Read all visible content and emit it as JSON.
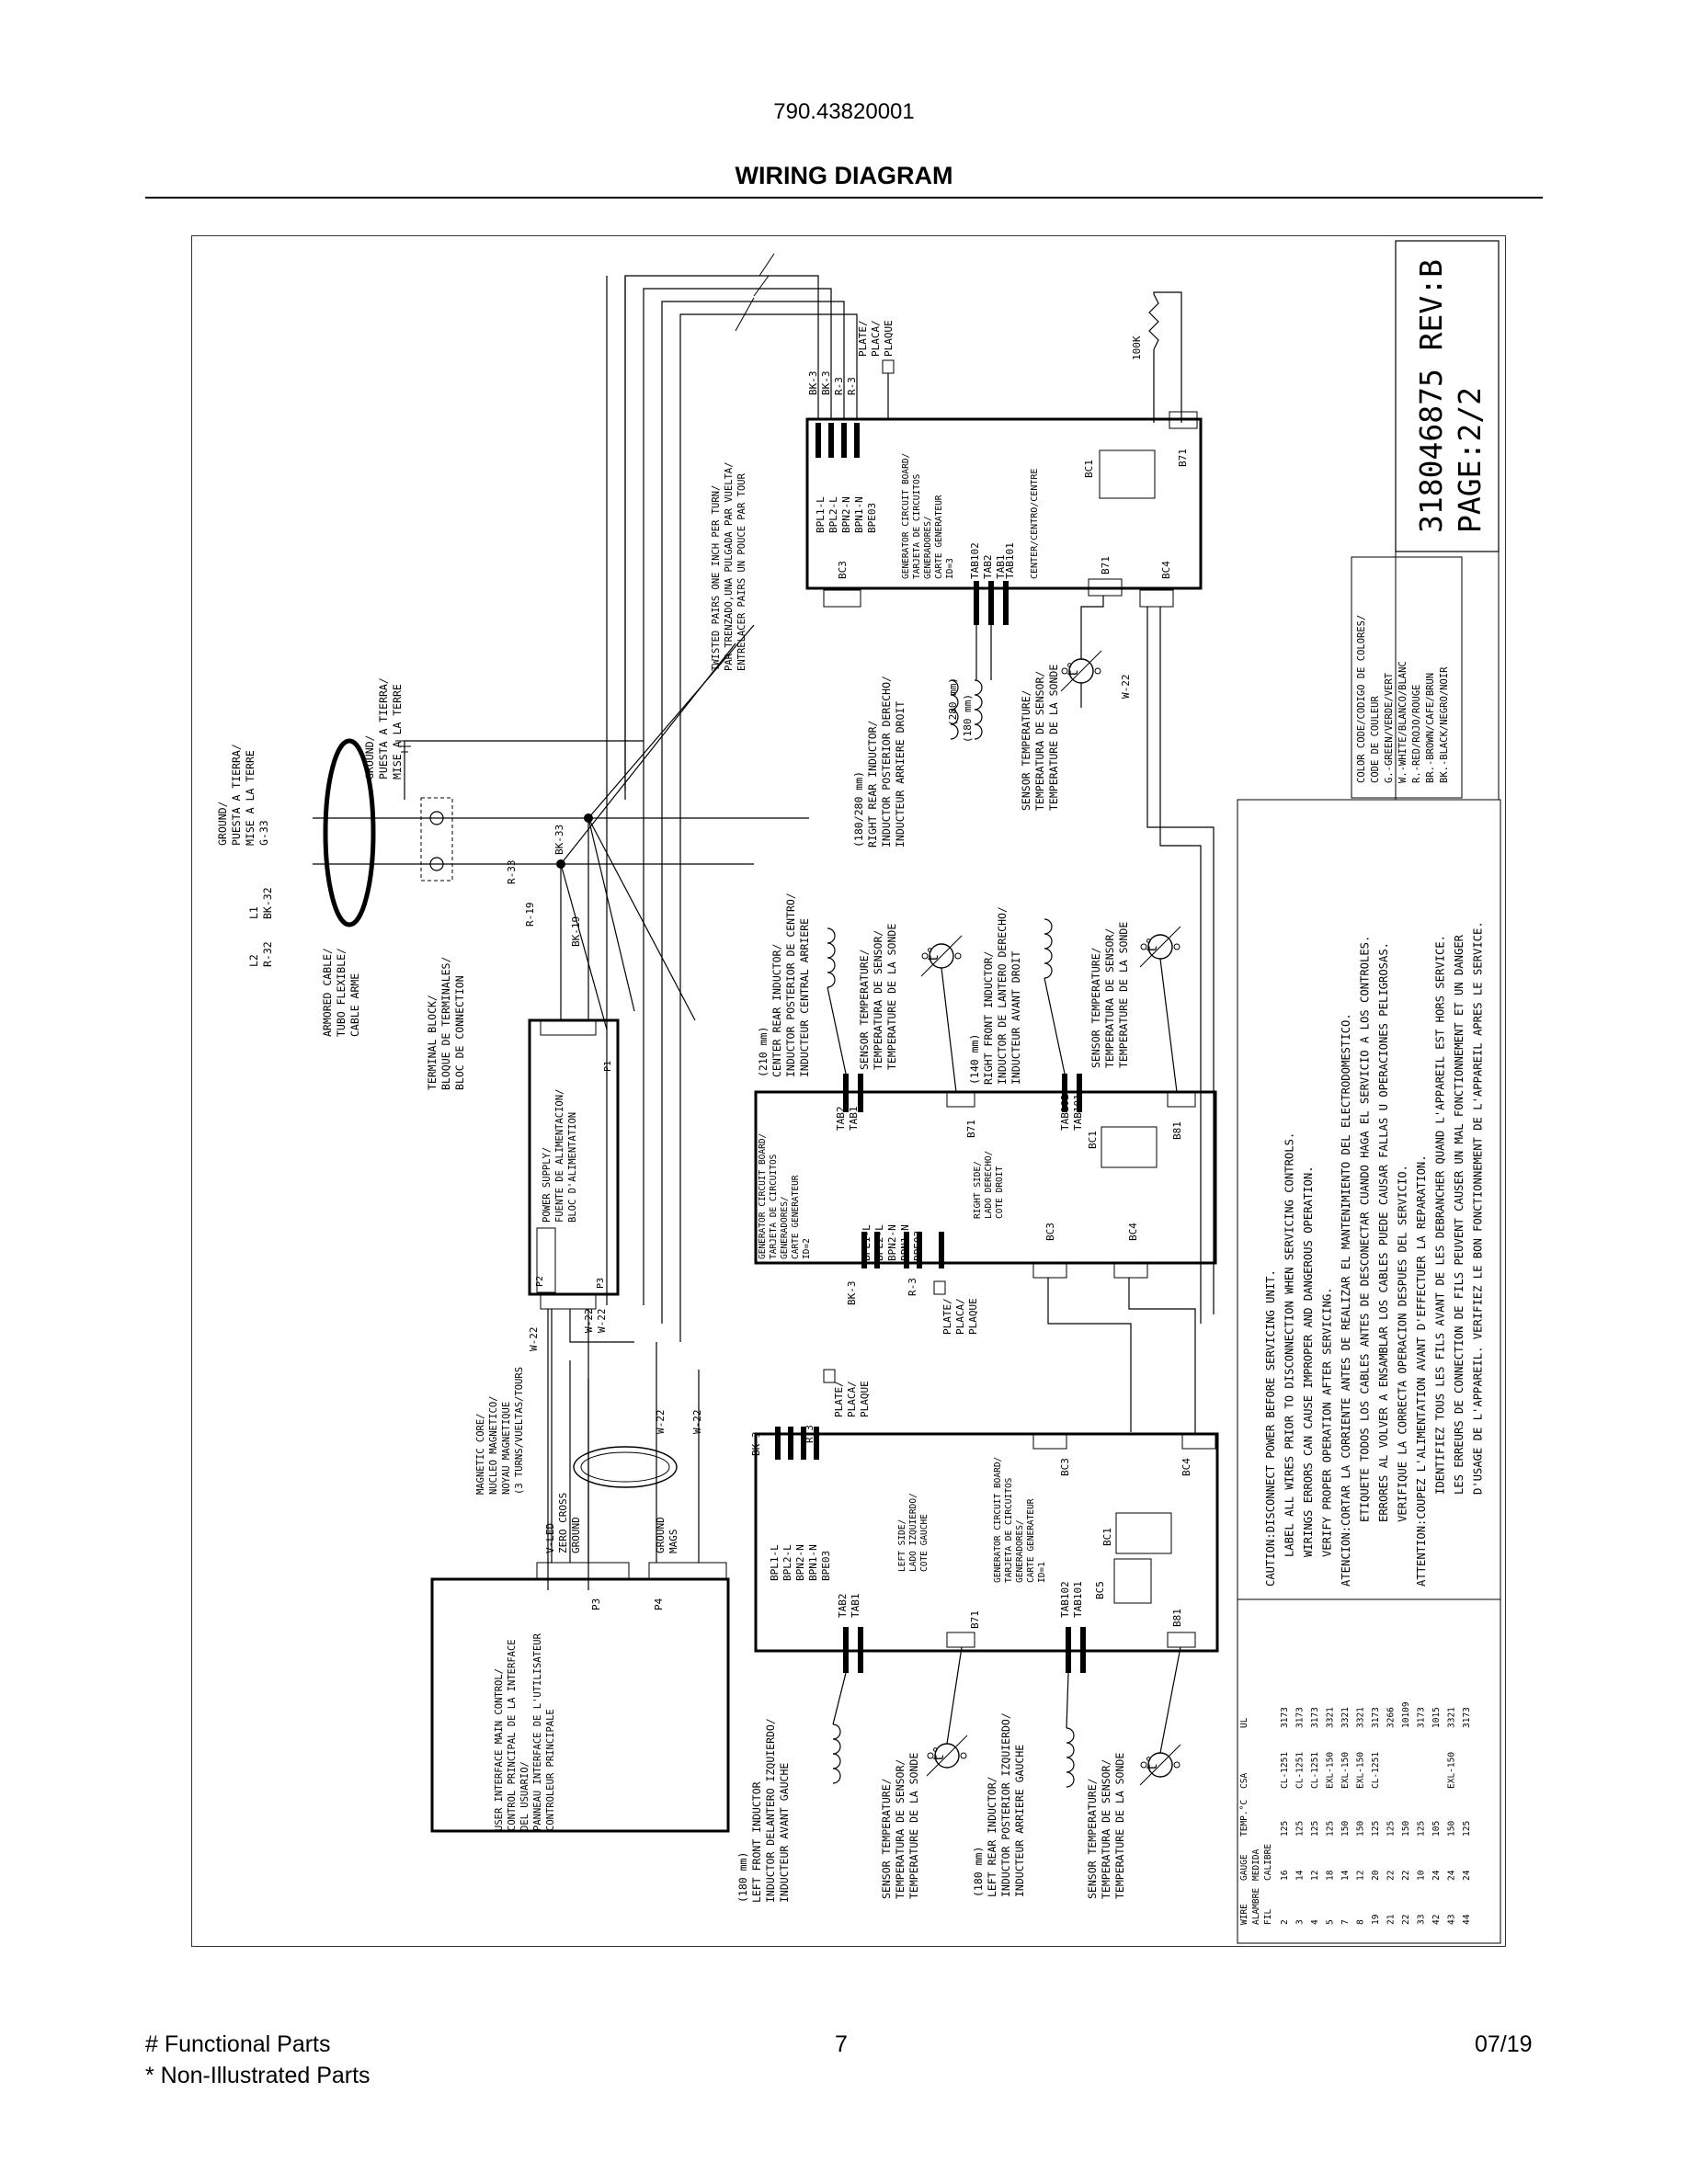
{
  "header": {
    "model_number": "790.43820001",
    "title": "WIRING DIAGRAM"
  },
  "footer": {
    "functional_parts": "# Functional Parts",
    "non_illustrated": "* Non-Illustrated Parts",
    "page_number": "7",
    "date": "07/19"
  },
  "diagram": {
    "doc_number": "318046875 REV:B",
    "page": "PAGE:2/2",
    "resistor_label": "100K",
    "plate_label": [
      "PLATE/",
      "PLACA/",
      "PLAQUE"
    ],
    "twisted_pairs_note": [
      "TWISTED PAIRS ONE INCH PER TURN/",
      "PAR TRENZADO,UNA PULGADA PAR VUELTA/",
      "ENTRELACER PAIRS UN POUCE PAR TOUR"
    ],
    "ground_1": [
      "GROUND/",
      "PUESTA A TIERRA/",
      "MISE A LA TERRE",
      "G-33"
    ],
    "ground_2": [
      "GROUND/",
      "PUESTA A TIERRA/",
      "MISE A LA TERRE"
    ],
    "l1": [
      "L1",
      "BK-32"
    ],
    "l2": [
      "L2",
      "R-32"
    ],
    "armored_cable": [
      "ARMORED CABLE/",
      "TUBO FLEXIBLE/",
      "CABLE ARME"
    ],
    "terminal_block": [
      "TERMINAL BLOCK/",
      "BLOQUE DE TERMINALES/",
      "BLOC DE CONNECTION"
    ],
    "wire_tags": {
      "bk33": "BK-33",
      "r33": "R-33",
      "r19": "R-19",
      "bk19": "BK-19",
      "w22": "W-22",
      "bk3": "BK-3",
      "r3": "R-3"
    },
    "power_supply": {
      "label": [
        "POWER SUPPLY/",
        "FUENTE DE ALIMENTACION/",
        "BLOC D'ALIMENTATION"
      ],
      "p1": "P1",
      "p2": "P2",
      "p3": "P3"
    },
    "magnetic_core": [
      "MAGNETIC CORE/",
      "NUCLEO MAGNETICO/",
      "NOYAU MAGNETIQUE",
      "(3 TURNS/VUELTAS/TOURS"
    ],
    "ui_control": {
      "label": [
        "USER INTERFACE MAIN CONTROL/",
        "CONTROL PRINCIPAL DE LA INTERFACE",
        "DEL USUARIO/",
        "PANNEAU INTERFACE DE L'UTILISATEUR",
        "CONTROLEUR PRINCIPALE"
      ],
      "p3": "P3",
      "p4": "P4",
      "pins": [
        "V-LED",
        "ZERO CROSS",
        "GROUND",
        "GROUND",
        "MAGS"
      ]
    },
    "board_right": {
      "label": [
        "GENERATOR CIRCUIT BOARD/",
        "TARJETA DE CIRCUITOS",
        "GENERADORES/",
        "CARTE GENERATEUR",
        "ID=3"
      ],
      "side": "CENTER/CENTRO/CENTRE",
      "pins": [
        "BPL1-L",
        "BPL2-L",
        "BPN2-N",
        "BPN1-N",
        "BPE03"
      ],
      "wires": [
        "BK-3",
        "BK-3",
        "R-3",
        "R-3"
      ],
      "tabs": [
        "TAB102",
        "TAB2",
        "TAB1",
        "TAB101"
      ],
      "conn": [
        "BC3",
        "BC1",
        "B71",
        "BC4",
        "B71"
      ]
    },
    "board_center": {
      "label": [
        "GENERATOR CIRCUIT BOARD/",
        "TARJETA DE CIRCUITOS",
        "GENERADORES/",
        "CARTE GENERATEUR",
        "ID=2"
      ],
      "side": [
        "RIGHT SIDE/",
        "LADO DERECHO/",
        "COTE DROIT"
      ],
      "pins": [
        "BPL1-L",
        "BPL2-L",
        "BPN2-N",
        "BPN1-N",
        "BPE03"
      ],
      "tabs": [
        "TAB2",
        "TAB1",
        "TAB102",
        "TAB101"
      ],
      "conn": [
        "B71",
        "BC1",
        "B81",
        "BC3",
        "BC4"
      ]
    },
    "board_left": {
      "label": [
        "GENERATOR CIRCUIT BOARD/",
        "TARJETA DE CIRCUITOS",
        "GENERADORES/",
        "CARTE GENERATEUR",
        "ID=1"
      ],
      "side": [
        "LEFT SIDE/",
        "LADO IZQUIERDO/",
        "COTE GAUCHE"
      ],
      "pins": [
        "BPL1-L",
        "BPL2-L",
        "BPN2-N",
        "BPN1-N",
        "BPE03"
      ],
      "tabs": [
        "TAB2",
        "TAB1",
        "TAB102",
        "TAB101"
      ],
      "conn": [
        "BC3",
        "BC4",
        "BC1",
        "B71",
        "BC5",
        "B81"
      ]
    },
    "inductor_right_rear": [
      "(180/280 mm)",
      "RIGHT REAR INDUCTOR/",
      "INDUCTOR POSTERIOR DERECHO/",
      "INDUCTEUR ARRIERE DROIT"
    ],
    "inductor_center_rear": [
      "(210 mm)",
      "CENTER REAR INDUCTOR/",
      "INDUCTOR POSTERIOR DE CENTRO/",
      "INDUCTEUR CENTRAL ARRIERE"
    ],
    "inductor_right_front": [
      "(140 mm)",
      "RIGHT FRONT INDUCTOR/",
      "INDUCTOR DE LANTERO DERECHO/",
      "INDUCTEUR AVANT DROIT"
    ],
    "inductor_left_front": [
      "(180 mm)",
      "LEFT FRONT INDUCTOR",
      "INDUCTOR DELANTERO IZQUIERDO/",
      "INDUCTEUR AVANT GAUCHE"
    ],
    "inductor_left_rear": [
      "(180 mm)",
      "LEFT REAR INDUCTOR/",
      "INDUCTOR POSTERIOR IZQUIERDO/",
      "INDUCTEUR ARRIERE GAUCHE"
    ],
    "coil_sizes": [
      "(280 mm)",
      "(180 mm)"
    ],
    "sensor": [
      "SENSOR TEMPERATURE/",
      "TEMPERATURA DE SENSOR/",
      "TEMPERATURE DE LA SONDE"
    ],
    "color_code": [
      "COLOR CODE/CODIGO DE COLORES/",
      "CODE DE COULEUR",
      "G.-GREEN/VERDE/VERT",
      "W.-WHITE/BLANCO/BLANC",
      "R.-RED/ROJO/ROUGE",
      "BR.-BROWN/CAFE/BRUN",
      "BK.-BLACK/NEGRO/NOIR"
    ],
    "caution": [
      "CAUTION:DISCONNECT POWER BEFORE SERVICING UNIT.",
      "LABEL ALL WIRES PRIOR TO DISCONNECTION WHEN SERVICING CONTROLS.",
      "WIRINGS ERRORS CAN CAUSE IMPROPER AND DANGEROUS OPERATION.",
      "VERIFY PROPER OPERATION AFTER SERVICING.",
      "ATENCION:CORTAR LA CORRIENTE ANTES DE REALIZAR EL MANTENIMIENTO DEL ELECTRODOMESTICO.",
      "ETIQUETE TODOS LOS CABLES ANTES DE DESCONECTAR CUANDO HAGA EL SERVICIO A LOS CONTROLES.",
      "ERRORES AL VOLVER A ENSAMBLAR LOS CABLES PUEDE CAUSAR FALLAS U OPERACIONES PELIGROSAS.",
      "VERIFIQUE LA CORRECTA OPERACION DESPUES DEL SERVICIO.",
      "ATTENTION:COUPEZ L'ALIMENTATION AVANT D'EFFECTUER LA REPARATION.",
      "IDENTIFIEZ TOUS LES FILS AVANT DE LES DEBRANCHER QUAND L'APPAREIL EST HORS SERVICE.",
      "LES ERREURS DE CONNECTION DE FILS PEUVENT CAUSER UN MAL FONCTIONNEMENT ET UN DANGER",
      "D'USAGE DE L'APPAREIL. VERIFIEZ LE BON FONCTIONNEMENT DE L'APPAREIL APRES LE SERVICE."
    ],
    "wire_table": {
      "headers": [
        "WIRE ALAMBRE FIL",
        "GAUGE MEDIDA CALIBRE",
        "TEMP.°C",
        "CSA",
        "UL"
      ],
      "rows": [
        [
          "2",
          "16",
          "125",
          "CL-1251",
          "3173"
        ],
        [
          "3",
          "14",
          "125",
          "CL-1251",
          "3173"
        ],
        [
          "4",
          "12",
          "125",
          "CL-1251",
          "3173"
        ],
        [
          "5",
          "18",
          "125",
          "EXL-150",
          "3321"
        ],
        [
          "7",
          "14",
          "150",
          "EXL-150",
          "3321"
        ],
        [
          "8",
          "12",
          "150",
          "EXL-150",
          "3321"
        ],
        [
          "19",
          "20",
          "125",
          "CL-1251",
          "3173"
        ],
        [
          "21",
          "22",
          "125",
          "",
          "3266"
        ],
        [
          "22",
          "22",
          "150",
          "",
          "10109"
        ],
        [
          "33",
          "10",
          "125",
          "",
          "3173"
        ],
        [
          "42",
          "24",
          "105",
          "",
          "1015"
        ],
        [
          "43",
          "24",
          "150",
          "EXL-150",
          "3321"
        ],
        [
          "44",
          "24",
          "125",
          "",
          "3173"
        ]
      ]
    }
  }
}
